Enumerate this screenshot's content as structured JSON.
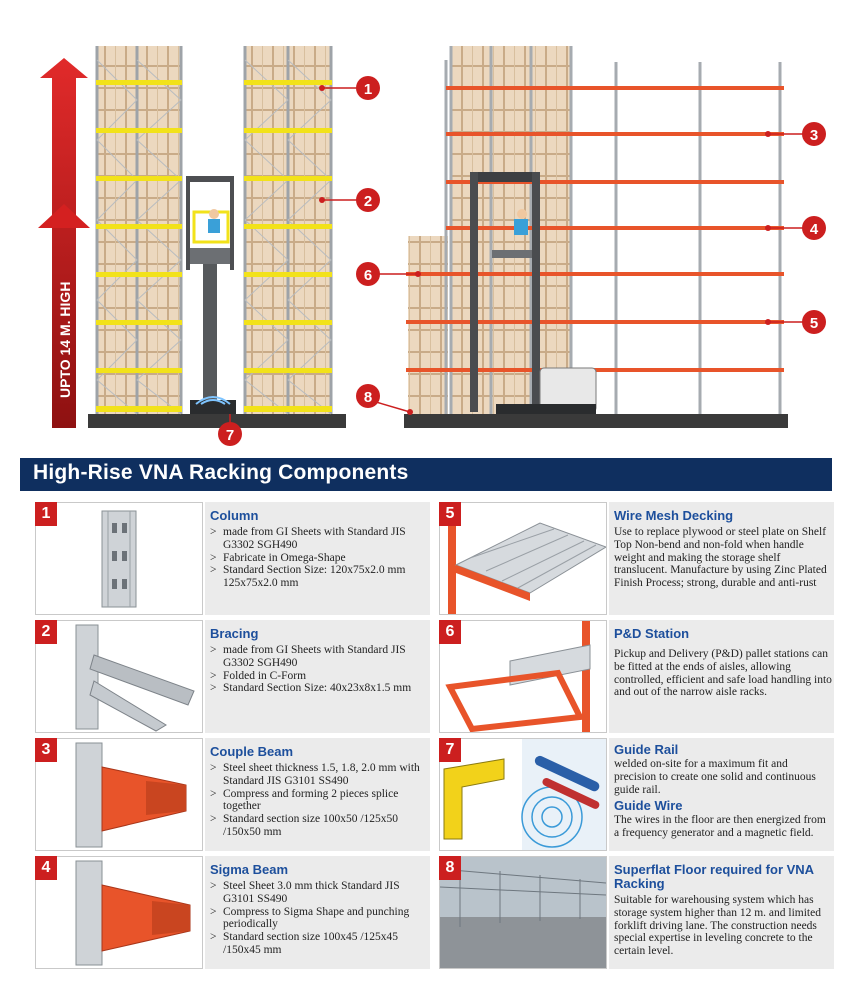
{
  "illustration": {
    "height_label": "UPTO 14 M. HIGH",
    "markers": [
      "1",
      "2",
      "3",
      "4",
      "5",
      "6",
      "7",
      "8"
    ]
  },
  "header": {
    "title": "High-Rise VNA Racking Components"
  },
  "components": [
    {
      "num": "1",
      "title": "Column",
      "bullets": [
        "made from GI Sheets with Standard JIS G3302 SGH490",
        "Fabricate in Omega-Shape",
        "Standard Section Size: 120x75x2.0 mm 125x75x2.0 mm"
      ]
    },
    {
      "num": "2",
      "title": "Bracing",
      "bullets": [
        "made from GI Sheets with Standard JIS G3302 SGH490",
        "Folded in C-Form",
        "Standard Section Size: 40x23x8x1.5 mm"
      ]
    },
    {
      "num": "3",
      "title": "Couple Beam",
      "bullets": [
        "Steel sheet thickness 1.5, 1.8, 2.0 mm with Standard JIS G3101 SS490",
        "Compress and forming 2 pieces splice together",
        "Standard section size 100x50 /125x50 /150x50 mm"
      ]
    },
    {
      "num": "4",
      "title": "Sigma Beam",
      "bullets": [
        "Steel Sheet 3.0 mm thick Standard JIS G3101 SS490",
        "Compress to Sigma Shape and punching periodically",
        "Standard section size 100x45 /125x45 /150x45 mm"
      ]
    },
    {
      "num": "5",
      "title": "Wire Mesh Decking",
      "text": "Use to replace plywood or steel plate on Shelf Top Non-bend and non-fold when handle weight and making the storage shelf translucent. Manufacture by using  Zinc Plated Finish Process; strong, durable and anti-rust"
    },
    {
      "num": "6",
      "title": "P&D Station",
      "text": "Pickup and Delivery (P&D) pallet stations can be fitted at the ends of aisles, allowing controlled, efficient and safe load handling into and out of the narrow aisle racks."
    },
    {
      "num": "7",
      "title": "Guide Rail",
      "text": "welded on-site for a maximum fit and precision to create one solid and continuous guide rail.",
      "title2": "Guide Wire",
      "text2": "The wires in the floor are then energized from a frequency generator and a magnetic field."
    },
    {
      "num": "8",
      "title": "Superflat Floor required for VNA Racking",
      "text": "Suitable for warehousing system which has storage system higher than 12 m. and limited forklift driving lane. The construction needs special expertise in leveling concrete to the certain level."
    }
  ],
  "colors": {
    "navy": "#0f2f5f",
    "red": "#cc1f1f",
    "title_blue": "#1d4f9c",
    "rack_orange": "#e8542a",
    "rack_yellow": "#f2e21a"
  }
}
